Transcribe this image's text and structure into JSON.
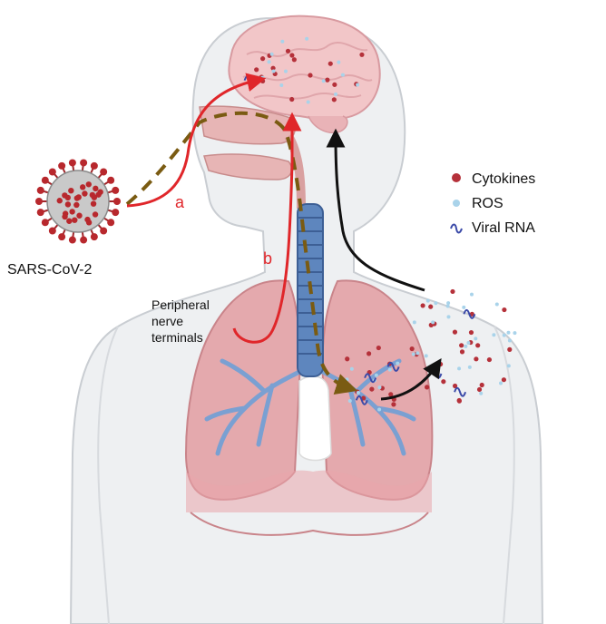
{
  "labels": {
    "virus": "SARS-CoV-2",
    "route_a": "a",
    "route_b": "b",
    "peripheral_line1": "Peripheral",
    "peripheral_line2": "nerve",
    "peripheral_line3": "terminals"
  },
  "legend": {
    "items": [
      {
        "label": "Cytokines",
        "color": "#b5313a",
        "marker": "dot"
      },
      {
        "label": "ROS",
        "color": "#a9d3ea",
        "marker": "dot"
      },
      {
        "label": "Viral RNA",
        "color": "#3b4aa8",
        "marker": "squiggle"
      }
    ]
  },
  "colors": {
    "route_a_arrow": "#e0262a",
    "route_b_arrow": "#e0262a",
    "systemic_arrow": "#111111",
    "dashed_path": "#7a5b12",
    "body": "#eef0f2",
    "lungs": "#e4a9ad",
    "trachea": "#5e86be",
    "brain": "#f2c6c8"
  }
}
